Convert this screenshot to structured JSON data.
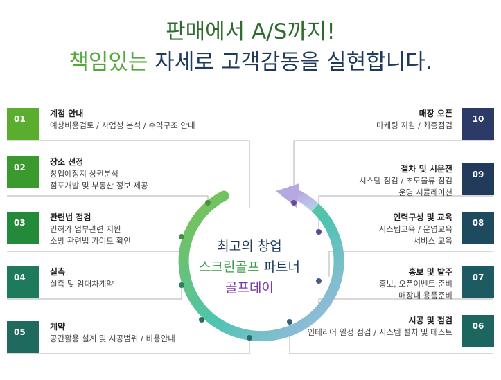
{
  "headline": {
    "line1": "판매에서 A/S까지!",
    "line2_accent": "책임있는",
    "line2_rest": " 자세로 고객감동을 실현합니다."
  },
  "center": {
    "line1": "최고의 창업",
    "line2_accent": "스크린골프",
    "line2_rest": " 파트너",
    "line3": "골프데이"
  },
  "steps_left": [
    {
      "num": "01",
      "title": "계점 안내",
      "lines": [
        "예상비용검토 / 사업성 분석 / 수익구조 안내"
      ],
      "color": "#5aae2e"
    },
    {
      "num": "02",
      "title": "장소 선정",
      "lines": [
        "창업예정지 상권분석",
        "점포개발 및 부동산 정보 제공"
      ],
      "color": "#3a9a2e"
    },
    {
      "num": "03",
      "title": "관련법 점검",
      "lines": [
        "인허가 업부관련 지원",
        "소방 관련법 가이드 확인"
      ],
      "color": "#238a3a"
    },
    {
      "num": "04",
      "title": "실측",
      "lines": [
        "실측 및 임대차계약"
      ],
      "color": "#1d7a5a"
    },
    {
      "num": "05",
      "title": "계약",
      "lines": [
        "공간활용 설계 및 시공범위 / 비용안내"
      ],
      "color": "#1f6a5e"
    }
  ],
  "steps_right": [
    {
      "num": "10",
      "title": "매장 오픈",
      "lines": [
        "마케팅 지원 / 최종점검"
      ],
      "color": "#2b3a66"
    },
    {
      "num": "09",
      "title": "절차 및 시운전",
      "lines": [
        "시스템 점검 / 초도물류 점검",
        "운영 시뮬레이션"
      ],
      "color": "#223a5c"
    },
    {
      "num": "08",
      "title": "인력구성 및 교육",
      "lines": [
        "시스템교육 / 운영교육",
        "서비스 교육"
      ],
      "color": "#1d4a5e"
    },
    {
      "num": "07",
      "title": "홍보 및 발주",
      "lines": [
        "홍보, 오픈이벤트 준비",
        "매장내 용품준비"
      ],
      "color": "#1d5a62"
    },
    {
      "num": "06",
      "title": "시공 및 점검",
      "lines": [
        "인테리어 일정 점검 / 시스템 설치 및 테스트"
      ],
      "color": "#1d6660"
    }
  ],
  "colors": {
    "headline_line1": "#2f6b2f",
    "headline_line2": "#1f3a5c",
    "accent_green": "#54a83a",
    "center_text": "#1f3a5c",
    "center_accent": "#3a9a4a",
    "center_brand": "#7a3aa8"
  }
}
